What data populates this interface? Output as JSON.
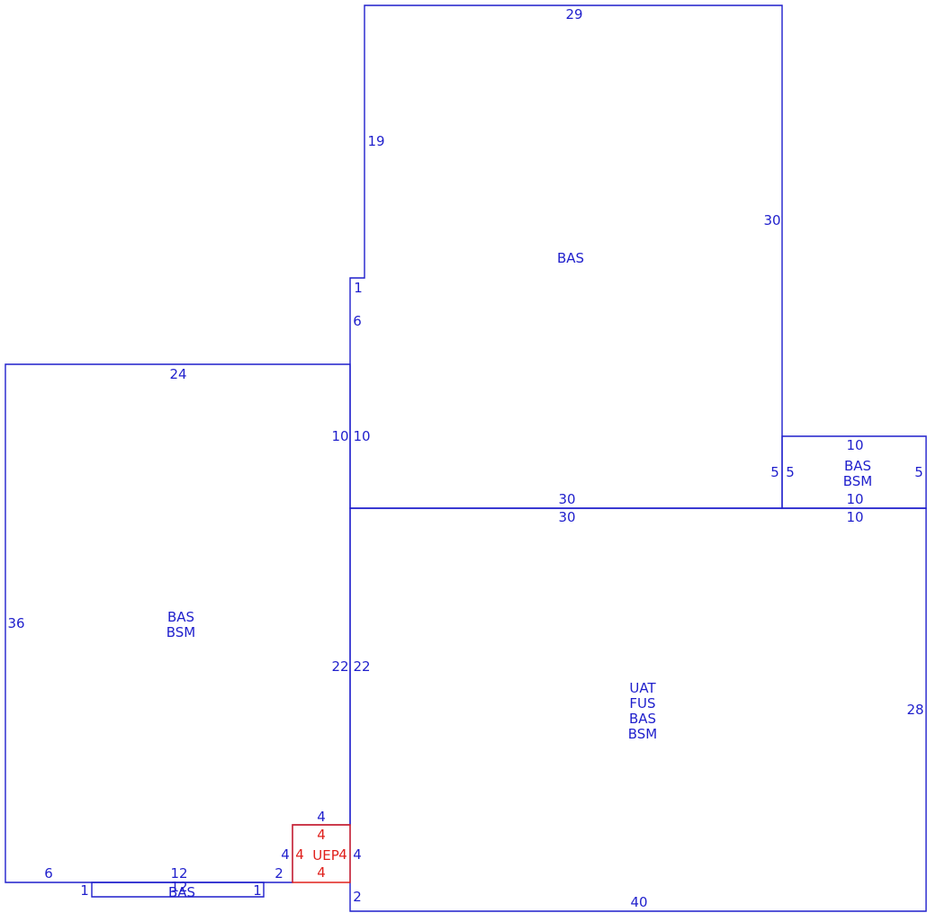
{
  "colors": {
    "main": "#1f1fcc",
    "accent": "#e0201c"
  },
  "areas": [
    {
      "id": "upper-room",
      "labels": [
        "BAS"
      ],
      "color": "main"
    },
    {
      "id": "left-room",
      "labels": [
        "BAS",
        "BSM"
      ],
      "color": "main"
    },
    {
      "id": "main-room",
      "labels": [
        "UAT",
        "FUS",
        "BAS",
        "BSM"
      ],
      "color": "main"
    },
    {
      "id": "small-room",
      "labels": [
        "BAS",
        "BSM"
      ],
      "color": "main"
    },
    {
      "id": "bottom-strip",
      "labels": [
        "BAS"
      ],
      "color": "main"
    },
    {
      "id": "porch",
      "labels": [
        "UEP"
      ],
      "color": "accent"
    }
  ],
  "dimensions": {
    "upper_top": "29",
    "upper_left_top": "19",
    "upper_step": "1",
    "upper_left_mid": "6",
    "upper_right": "30",
    "upper_left_low": "10",
    "upper_bottom": "30",
    "upper_right_low": "5",
    "left_top": "24",
    "left_right": "10",
    "left_side": "36",
    "left_right_low": "22",
    "left_bottom_a": "6",
    "left_bottom_b": "12",
    "left_bottom_c": "2",
    "small_top": "10",
    "small_left": "5",
    "small_right": "5",
    "small_bottom": "10",
    "main_top_a": "30",
    "main_top_b": "10",
    "main_left": "22",
    "main_left_low": "4",
    "main_left_bottom": "2",
    "main_right": "28",
    "main_bottom": "40",
    "strip_left": "1",
    "strip_right": "1",
    "strip_top": "12",
    "porch_top_outer": "4",
    "porch_top": "4",
    "porch_left_outer": "4",
    "porch_left": "4",
    "porch_right": "4",
    "porch_bottom": "4"
  }
}
